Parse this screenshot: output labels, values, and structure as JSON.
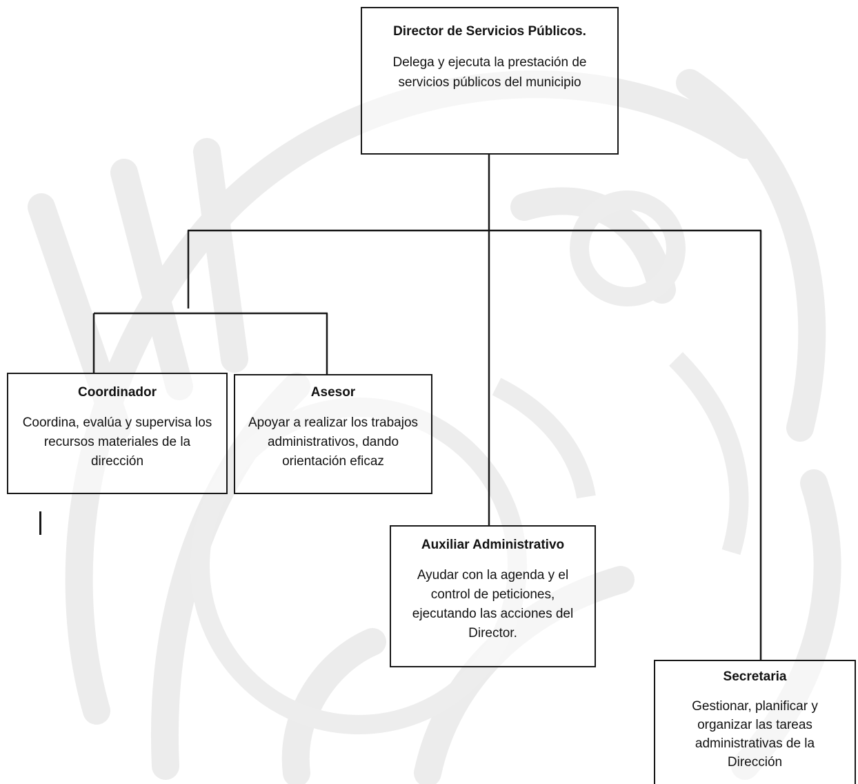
{
  "org_chart": {
    "director": {
      "title": "Director de Servicios Públicos.",
      "description": "Delega y ejecuta la prestación de servicios públicos del municipio"
    },
    "coordinador": {
      "title": "Coordinador",
      "description": "Coordina, evalúa y supervisa los recursos materiales de la dirección"
    },
    "asesor": {
      "title": "Asesor",
      "description": "Apoyar a realizar los trabajos administrativos, dando orientación eficaz"
    },
    "auxiliar": {
      "title": "Auxiliar Administrativo",
      "description": "Ayudar con la agenda y el control de peticiones, ejecutando las acciones del Director."
    },
    "secretaria": {
      "title": "Secretaria",
      "description": "Gestionar, planificar y organizar las tareas administrativas de la Dirección"
    }
  },
  "colors": {
    "line": "#161616",
    "watermark": "#e9e9e9"
  }
}
